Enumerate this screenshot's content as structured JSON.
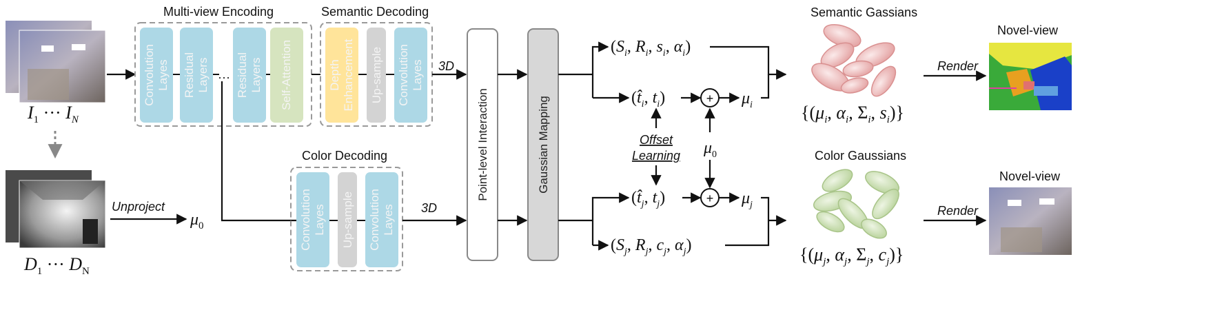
{
  "colors": {
    "conv": "#add8e6",
    "sa": "#d6e4bf",
    "depth": "#ffe49a",
    "upsample": "#d3d3d3",
    "semantic_gauss": "#e8b4b4",
    "color_gauss": "#c8dcb0"
  },
  "titles": {
    "multiview": "Multi-view Encoding",
    "semantic_dec": "Semantic Decoding",
    "color_dec": "Color Decoding",
    "semantic_gauss": "Semantic Gassians",
    "color_gauss": "Color Gaussians",
    "novel_top": "Novel-view",
    "novel_bottom": "Novel-view"
  },
  "blocks": {
    "enc1": [
      "Convolution",
      "Layes"
    ],
    "enc2": [
      "Residual",
      "Layers"
    ],
    "enc3": [
      "Residual",
      "Layers"
    ],
    "enc4": "Self-Attention",
    "ellipsis": "···",
    "sem1": [
      "Depth",
      "Enhancement"
    ],
    "sem2": "Up-sample",
    "sem3": [
      "Convolution",
      "Layes"
    ],
    "col1": [
      "Convolution",
      "Layes"
    ],
    "col2": "Up-sample",
    "col3": [
      "Convolution",
      "Layes"
    ],
    "pli": "Point-level Interaction",
    "gm": "Gaussian Mapping"
  },
  "labels": {
    "three_d_top": "3D",
    "three_d_bottom": "3D",
    "unproject": "Unproject",
    "render_top": "Render",
    "render_bottom": "Render",
    "offset1": "Offset",
    "offset2": "Learning",
    "plus": "+"
  },
  "math": {
    "images": "I₁ ··· I_N",
    "depths": "D₁ ··· D_N",
    "mu0_left": "μ₀",
    "mu0_mid": "μ₀",
    "sem_params": "(S_i, R_i, s_i, α_i)",
    "sem_offset": "(t̂_i, t_i)",
    "mu_i": "μ_i",
    "col_offset": "(t̂_j, t_j)",
    "mu_j": "μ_j",
    "col_params": "(S_j, R_j, c_j, α_j)",
    "sem_set": "{(μ_i, α_i, Σ_i, s_i)}",
    "col_set": "{(μ_j, α_j, Σ_j, c_j)}"
  }
}
